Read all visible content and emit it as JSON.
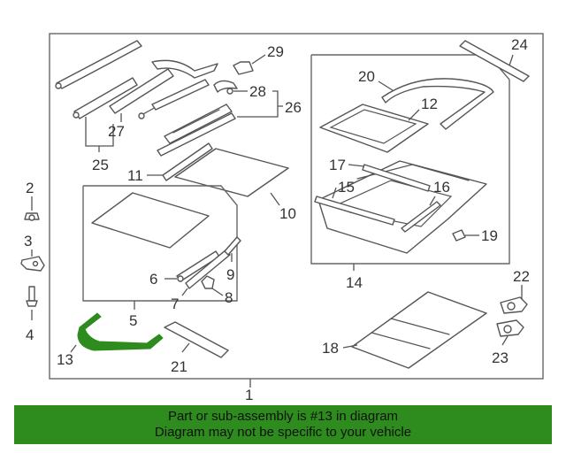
{
  "callouts": {
    "n1": "1",
    "n2": "2",
    "n3": "3",
    "n4": "4",
    "n5": "5",
    "n6": "6",
    "n7": "7",
    "n8": "8",
    "n9": "9",
    "n10": "10",
    "n11": "11",
    "n12": "12",
    "n13": "13",
    "n14": "14",
    "n15": "15",
    "n16": "16",
    "n17": "17",
    "n18": "18",
    "n19": "19",
    "n20": "20",
    "n21": "21",
    "n22": "22",
    "n23": "23",
    "n24": "24",
    "n25": "25",
    "n26": "26",
    "n27": "27",
    "n28": "28",
    "n29": "29"
  },
  "highlighted_part": "13",
  "colors": {
    "highlight": "#2e8b1e",
    "footer_bg": "#2e8b1e",
    "line": "#555555"
  },
  "footer": {
    "line1": "Part or sub-assembly is #13 in diagram",
    "line2": "Diagram may not be specific to your vehicle"
  }
}
